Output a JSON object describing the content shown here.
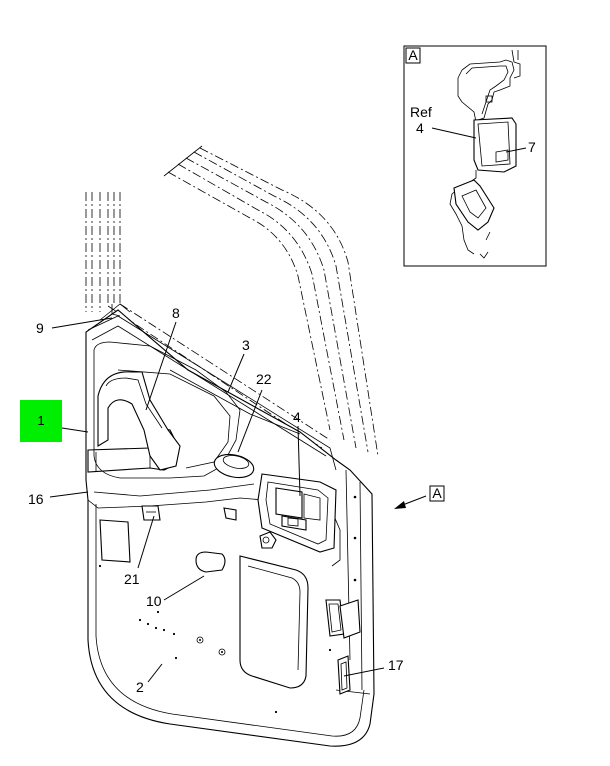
{
  "callouts": {
    "c1": "1",
    "c2": "2",
    "c3": "3",
    "c4": "4",
    "c8": "8",
    "c9": "9",
    "c10": "10",
    "c16": "16",
    "c17": "17",
    "c21": "21",
    "c22": "22"
  },
  "detail": {
    "tag": "A",
    "ref_label": "Ref",
    "ref_number": "4",
    "callout_7": "7"
  },
  "view_arrow_tag": "A",
  "colors": {
    "highlight": "#00ee00",
    "line": "#000000",
    "background": "#ffffff"
  }
}
